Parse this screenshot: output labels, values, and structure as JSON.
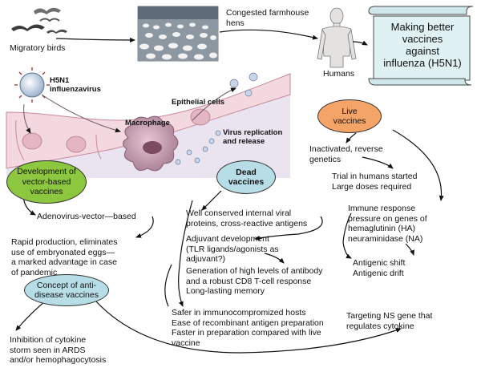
{
  "top": {
    "migratory_birds": "Migratory birds",
    "farm_hens": "Congested farmhouse\nhens",
    "humans": "Humans",
    "scroll_title": "Making better\nvaccines\nagainst\ninfluenza (H5N1)"
  },
  "illustration": {
    "virus_label": "H5N1\ninfluenzavirus",
    "epithelial": "Epithelial cells",
    "macrophage": "Macrophage",
    "replication": "Virus replication\nand release"
  },
  "vector": {
    "heading": "Development of\nvector-based\nvaccines",
    "adeno": "Adenovirus-vector—based",
    "rapid": "Rapid production, eliminates\nuse of embryonated eggs—\na marked advantage in case\nof pandemic"
  },
  "anti": {
    "heading": "Concept of anti-\ndisease vaccines",
    "inhibition": "Inhibition of cytokine\nstorm seen in ARDS\nand/or hemophagocytosis",
    "targeting": "Targeting NS gene that\nregulates cytokine"
  },
  "dead": {
    "heading": "Dead\nvaccines",
    "conserved": "Well conserved internal viral\nproteins, cross-reactive antigens",
    "adjuvant": "Adjuvant development\n(TLR ligands/agonists as\nadjuvant?)",
    "generation": "Generation of high levels of antibody\nand a robust CD8 T-cell response\nLong-lasting memory",
    "safer": "Safer in immunocompromized hosts\nEase of recombinant antigen preparation\nFaster in preparation compared with live\nvaccine"
  },
  "live": {
    "heading": "Live\nvaccines",
    "inactivated": "Inactivated, reverse\ngenetics",
    "trial": "Trial in humans started\nLarge doses required",
    "immune": "Immune response\npressure on genes of\nhemaglutinin (HA)\nneuraminidase (NA)",
    "shift": "Antigenic shift\nAntigenic drift"
  },
  "colors": {
    "vector_oval": "#8dc63f",
    "anti_oval": "#b7dde6",
    "dead_oval": "#b7dde6",
    "live_oval": "#f5a467",
    "scroll": "#dff1f3",
    "cell_fill": "#f3d9df",
    "tissue_fill": "#e9e4ef",
    "macrophage": "#c8a3b4"
  }
}
